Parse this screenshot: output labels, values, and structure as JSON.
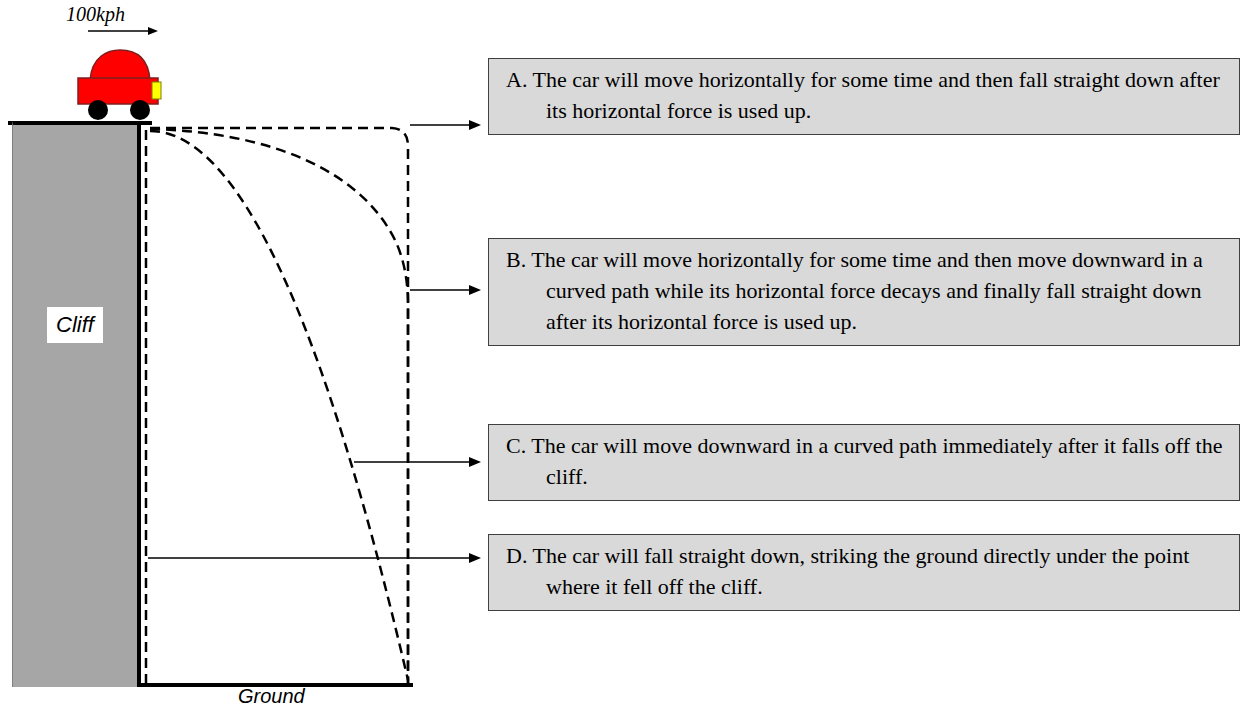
{
  "diagram": {
    "nodes": [
      {
        "text": [
          "A. The car will move horizontally for some time and then fall straight down after its horizontal force is used up."
        ]
      },
      {
        "text": [
          "B. The car will move horizontally for some time and then move downward in a curved path while its horizontal force decays and finally fall straight down after its horizontal force is used up."
        ]
      },
      {
        "text": [
          "C. The car will move downward in a curved path immediately after it falls off the cliff."
        ]
      },
      {
        "text": [
          "D. The car will fall straight down, striking the ground directly under the point where it fell off the cliff."
        ]
      },
      {
        "text": [
          "Cliff"
        ]
      }
    ],
    "labels": [
      "100kph",
      "Ground"
    ]
  }
}
